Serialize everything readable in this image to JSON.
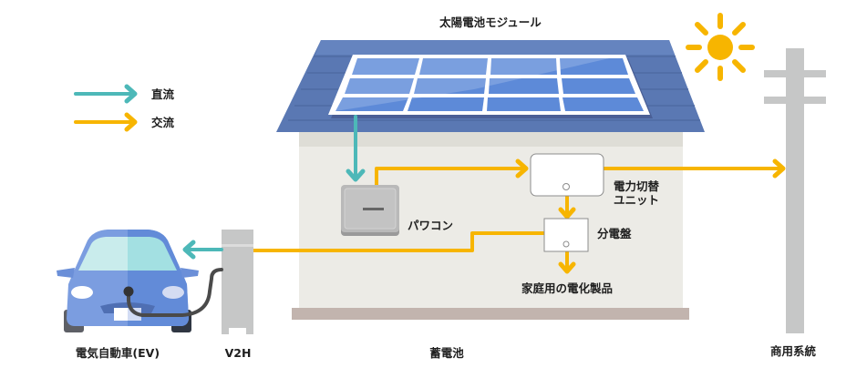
{
  "title": "太陽電池モジュール",
  "legend": [
    {
      "label": "直流",
      "color": "#4db8b8"
    },
    {
      "label": "交流",
      "color": "#f7b500"
    }
  ],
  "colors": {
    "dc_arrow": "#4db8b8",
    "ac_arrow": "#f7b500",
    "roof": "#5a78b3",
    "roof_light": "#6c8bc6",
    "panel_frame": "#ffffff",
    "panel_cell": "#5d8ad8",
    "house_wall": "#ecebe6",
    "house_base": "#c2b4ae",
    "sun": "#f7b500",
    "pole": "#c6c7c7",
    "car_body": "#6b8fd8",
    "v2h_unit": "#c6c7c7"
  },
  "labels": {
    "power_conditioner": "パワコン",
    "switch_unit_line1": "電力切替",
    "switch_unit_line2": "ユニット",
    "distribution_board": "分電盤",
    "home_appliances": "家庭用の電化製品",
    "ev": "電気自動車(EV)",
    "v2h": "V2H",
    "storage_battery": "蓄電池",
    "grid": "商用系統"
  }
}
